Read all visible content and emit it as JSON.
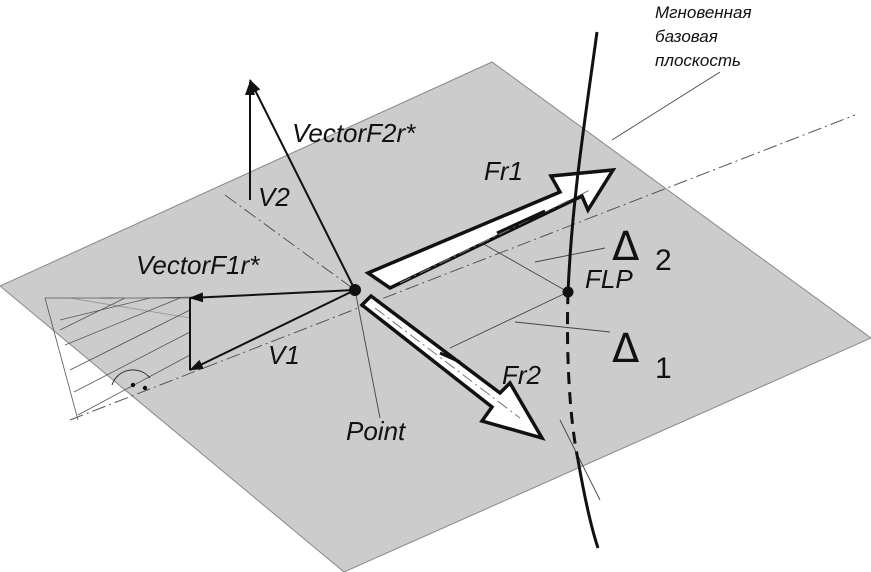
{
  "colors": {
    "plane": "#cccccc",
    "ink": "#111111",
    "background": "#ffffff"
  },
  "labels": {
    "caption_line1": "Мгновенная",
    "caption_line2": "базовая",
    "caption_line3": "плоскость",
    "vector_f2r": "VectorF2r*",
    "vector_f1r": "VectorF1r*",
    "v2": "V2",
    "v1": "V1",
    "fr1": "Fr1",
    "fr2": "Fr2",
    "flp": "FLP",
    "point": "Point",
    "delta_symbol_2": "Δ",
    "delta_sub_2": "2",
    "delta_symbol_1": "Δ",
    "delta_sub_1": "1"
  }
}
